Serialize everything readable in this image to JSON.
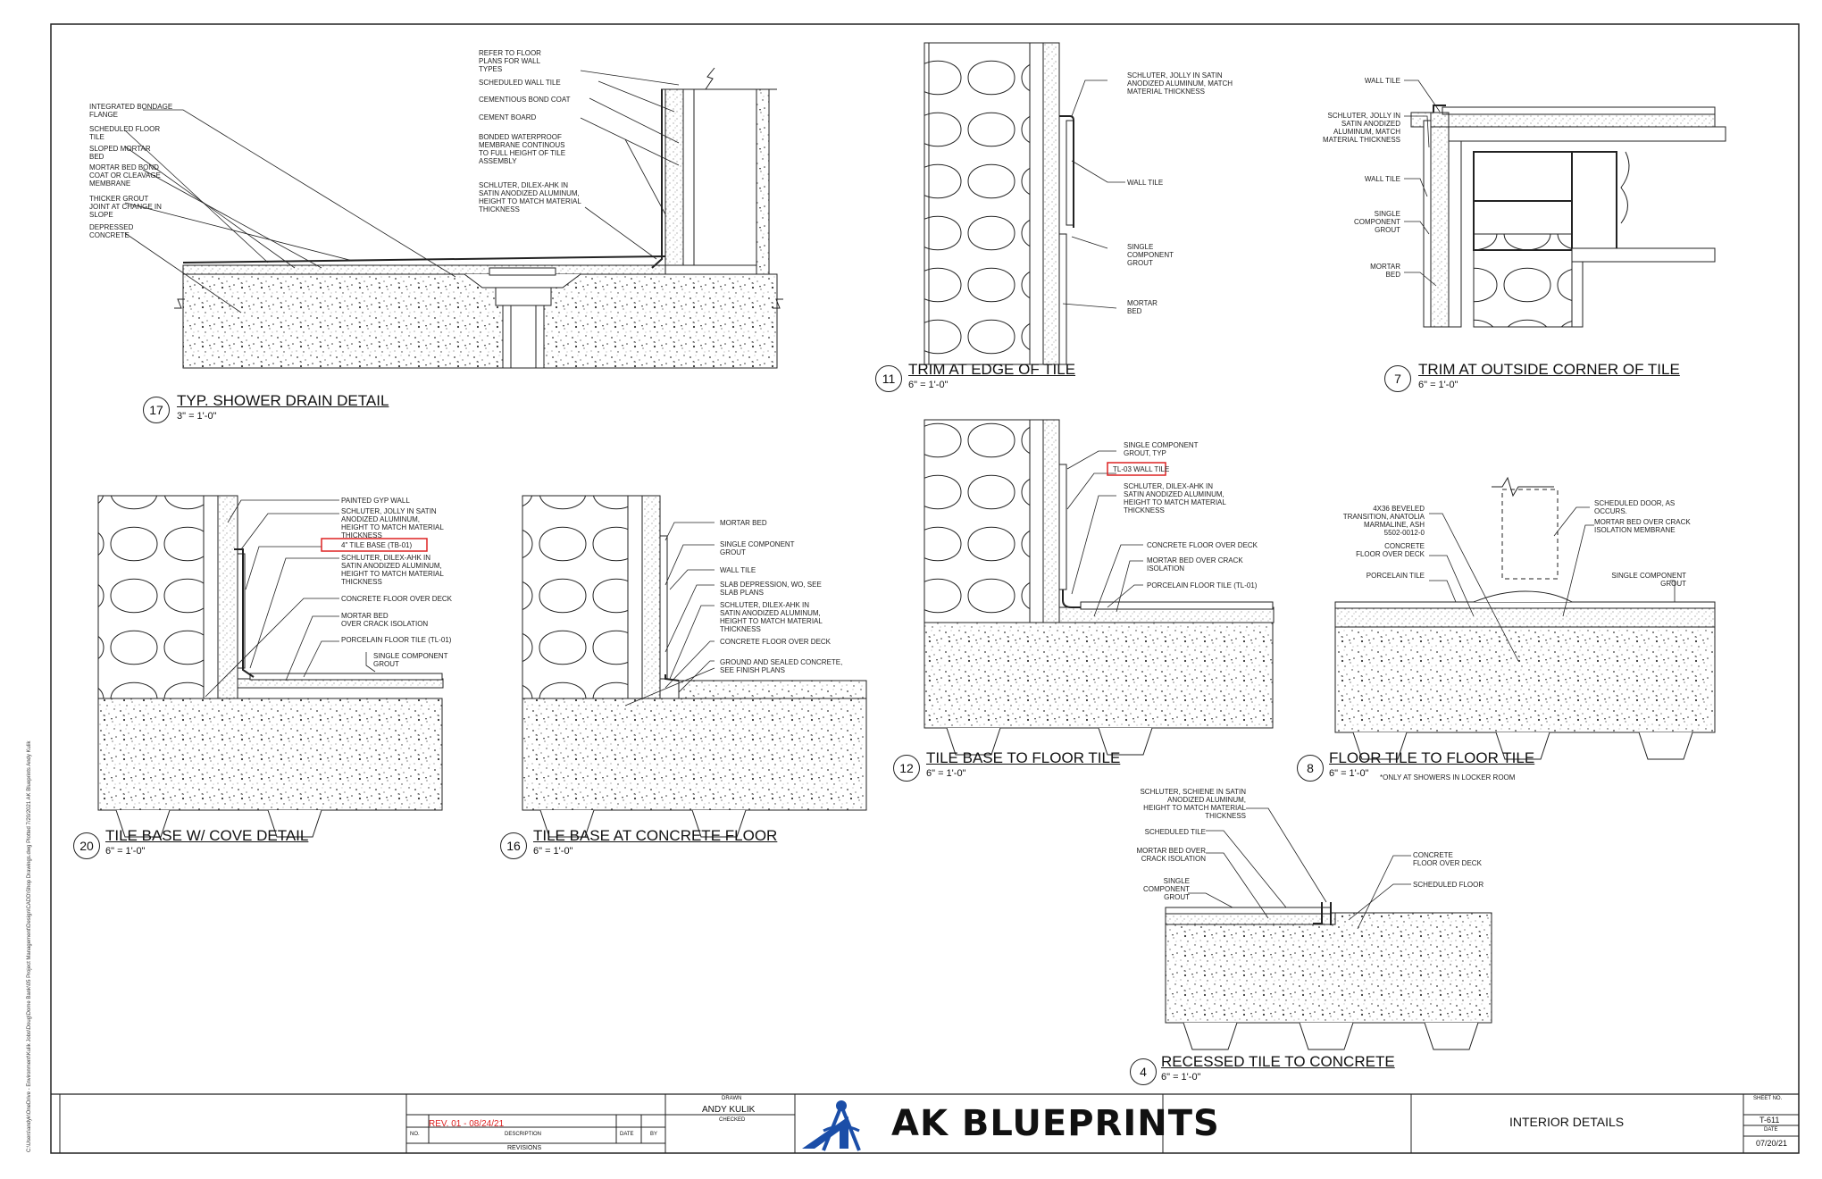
{
  "details": [
    {
      "num": "17",
      "title": "TYP. SHOWER DRAIN DETAIL",
      "scale": "3\" = 1'-0\""
    },
    {
      "num": "11",
      "title": "TRIM AT EDGE OF TILE",
      "scale": "6\" = 1'-0\""
    },
    {
      "num": "7",
      "title": "TRIM AT OUTSIDE CORNER OF TILE",
      "scale": "6\" = 1'-0\""
    },
    {
      "num": "20",
      "title": "TILE BASE W/ COVE DETAIL",
      "scale": "6\" = 1'-0\""
    },
    {
      "num": "16",
      "title": "TILE BASE AT CONCRETE FLOOR",
      "scale": "6\" = 1'-0\""
    },
    {
      "num": "12",
      "title": "TILE BASE TO FLOOR TILE",
      "scale": "6\" = 1'-0\""
    },
    {
      "num": "8",
      "title": "FLOOR TILE TO FLOOR TILE",
      "scale": "6\" = 1'-0\"",
      "note": "*ONLY AT SHOWERS IN LOCKER ROOM"
    },
    {
      "num": "4",
      "title": "RECESSED TILE TO CONCRETE",
      "scale": "6\" = 1'-0\""
    }
  ],
  "labels": {
    "d17_left": [
      "INTEGRATED BONDAGE\nFLANGE",
      "SCHEDULED FLOOR\nTILE",
      "SLOPED MORTAR\nBED",
      "MORTAR BED BOND\nCOAT OR CLEAVAGE\nMEMBRANE",
      "THICKER GROUT\nJOINT AT CHANGE IN\nSLOPE",
      "DEPRESSED\nCONCRETE"
    ],
    "d17_right": [
      "REFER TO FLOOR\nPLANS FOR WALL\nTYPES",
      "SCHEDULED WALL TILE",
      "CEMENTIOUS BOND COAT",
      "CEMENT BOARD",
      "BONDED WATERPROOF\nMEMBRANE CONTINOUS\nTO FULL HEIGHT OF TILE\nASSEMBLY",
      "SCHLUTER, DILEX-AHK IN\nSATIN ANODIZED ALUMINUM,\nHEIGHT TO MATCH MATERIAL\nTHICKNESS"
    ],
    "d11": [
      "SCHLUTER, JOLLY IN SATIN\nANODIZED ALUMINUM, MATCH\nMATERIAL THICKNESS",
      "WALL TILE",
      "SINGLE\nCOMPONENT\nGROUT",
      "MORTAR\nBED"
    ],
    "d7": [
      "WALL TILE",
      "SCHLUTER, JOLLY IN\nSATIN ANODIZED\nALUMINUM, MATCH\nMATERIAL THICKNESS",
      "WALL TILE",
      "SINGLE\nCOMPONENT\nGROUT",
      "MORTAR\nBED"
    ],
    "d20": [
      "PAINTED GYP WALL",
      "SCHLUTER, JOLLY IN SATIN\nANODIZED ALUMINUM,\nHEIGHT TO MATCH MATERIAL\nTHICKNESS",
      "4\" TILE BASE (TB-01)",
      "SCHLUTER, DILEX-AHK IN\nSATIN ANODIZED ALUMINUM,\nHEIGHT TO MATCH MATERIAL\nTHICKNESS",
      "CONCRETE FLOOR OVER DECK",
      "MORTAR BED\nOVER CRACK ISOLATION",
      "PORCELAIN FLOOR TILE (TL-01)",
      "SINGLE COMPONENT\nGROUT"
    ],
    "d16": [
      "MORTAR BED",
      "SINGLE COMPONENT\nGROUT",
      "WALL TILE",
      "SLAB DEPRESSION, WO, SEE\nSLAB PLANS",
      "SCHLUTER, DILEX-AHK IN\nSATIN ANODIZED ALUMINUM,\nHEIGHT TO MATCH MATERIAL\nTHICKNESS",
      "CONCRETE FLOOR OVER DECK",
      "GROUND AND SEALED CONCRETE,\nSEE FINISH PLANS"
    ],
    "d12": [
      "SINGLE COMPONENT\nGROUT, TYP",
      "TL-03 WALL TILE",
      "SCHLUTER, DILEX-AHK IN\nSATIN ANODIZED ALUMINUM,\nHEIGHT TO MATCH MATERIAL\nTHICKNESS",
      "CONCRETE FLOOR OVER DECK",
      "MORTAR BED OVER CRACK\nISOLATION",
      "PORCELAIN FLOOR TILE (TL-01)"
    ],
    "d8_left": [
      "4X36 BEVELED\nTRANSITION, ANATOLIA\nMARMALINE, ASH\n5502-0012-0",
      "CONCRETE\nFLOOR OVER DECK",
      "PORCELAIN TILE"
    ],
    "d8_right": [
      "SCHEDULED DOOR, AS\nOCCURS.",
      "MORTAR BED OVER CRACK\nISOLATION MEMBRANE",
      "SINGLE COMPONENT\nGROUT"
    ],
    "d4_left": [
      "SCHLUTER, SCHIENE IN SATIN\nANODIZED ALUMINUM,\nHEIGHT TO MATCH MATERIAL\nTHICKNESS",
      "SCHEDULED TILE",
      "MORTAR BED OVER\nCRACK ISOLATION",
      "SINGLE\nCOMPONENT\nGROUT"
    ],
    "d4_right": [
      "CONCRETE\nFLOOR OVER DECK",
      "SCHEDULED FLOOR"
    ]
  },
  "titleblock": {
    "revision": "REV. 01 - 08/24/21",
    "no_label": "NO.",
    "description_label": "DESCRIPTION",
    "date_label": "DATE",
    "by_label": "BY",
    "revisions_label": "REVISIONS",
    "drawn_label": "DRAWN",
    "drawn_by": "ANDY KULIK",
    "checked_label": "CHECKED",
    "company": "AK BLUEPRINTS",
    "sheet_title": "INTERIOR DETAILS",
    "sheet_no_label": "SHEET NO.",
    "sheet_no": "T-611",
    "date_label2": "DATE",
    "date": "07/20/21"
  },
  "side_text": "C:\\Users\\andyk\\OneDrive - Environment\\Kulik Jobs\\Doug\\Dome Bank\\05 Project Management\\Design\\CADD\\Shop Drawings.dwg  Plotted 7/20/2021 AK Blueprints Andy Kulik",
  "colors": {
    "accent": "#d22",
    "line": "#222",
    "logo_blue": "#1b4ea8"
  }
}
